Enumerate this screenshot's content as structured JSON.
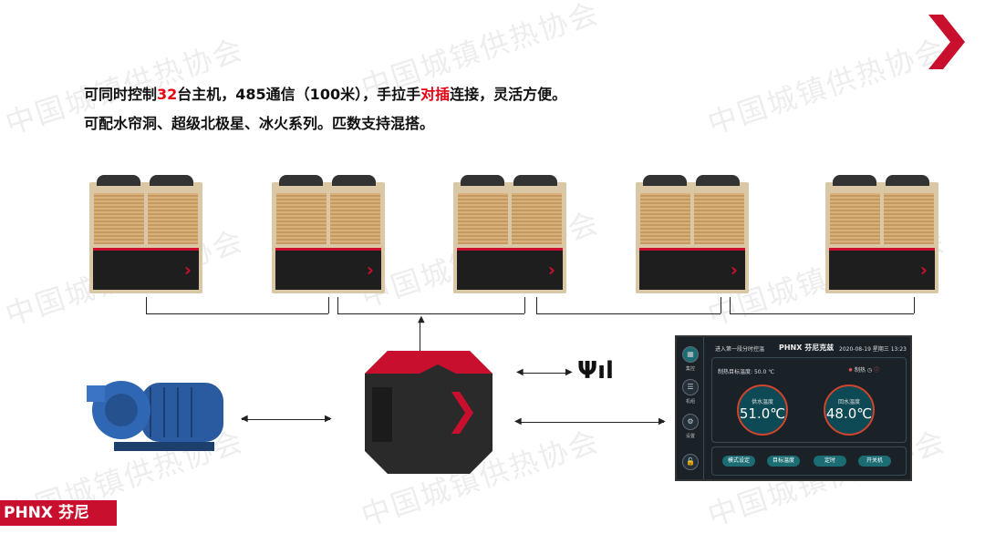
{
  "watermark": "中国城镇供热协会",
  "headline": {
    "part1": "可同时控制",
    "highlight1": "32",
    "part2": "台主机，485通信（100米），手拉手",
    "highlight2": "对插",
    "part3": "连接，灵活方便。"
  },
  "line2": "可配水帘洞、超级北极星、冰火系列。匹数支持混搭。",
  "screen": {
    "top_left": "进入第一段分时控温",
    "brand": "PHNX 芬尼克兹",
    "datetime": "2020-08-19 星期三 13:23",
    "sidebar": [
      "集控",
      "机组",
      "设置"
    ],
    "target_label": "制热目标温度:",
    "target_value": "50.0  ℃",
    "mode": "制热",
    "supply": {
      "label": "供水温度",
      "value": "51.0℃"
    },
    "return": {
      "label": "回水温度",
      "value": "48.0℃"
    },
    "buttons": [
      "模式设定",
      "目标温度",
      "定时",
      "开关机"
    ]
  },
  "logo": "PHNX 芬尼",
  "colors": {
    "accent": "#e60012",
    "brand": "#c8102e"
  }
}
